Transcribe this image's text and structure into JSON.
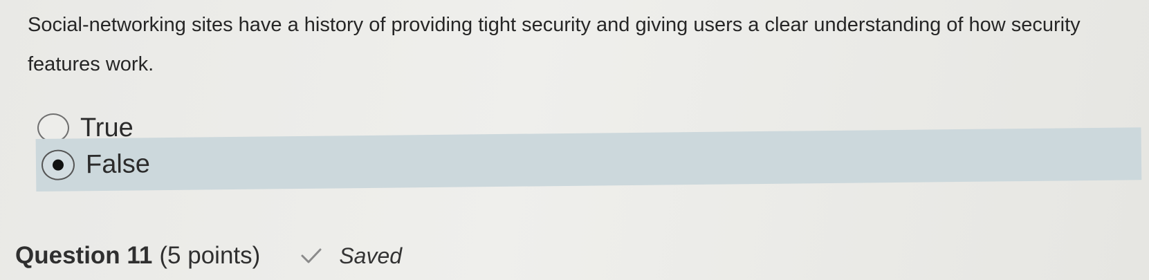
{
  "question": {
    "text": "Social-networking sites have a history of providing tight security and giving users a clear understanding of how security features work."
  },
  "options": [
    {
      "label": "True",
      "selected": false
    },
    {
      "label": "False",
      "selected": true
    }
  ],
  "footer": {
    "question_title": "Question 11",
    "points": "(5 points)",
    "status_icon": "check-icon",
    "status_text": "Saved"
  },
  "colors": {
    "selected_row_background": "#ccd8dc",
    "page_background": "#ebebe8"
  }
}
